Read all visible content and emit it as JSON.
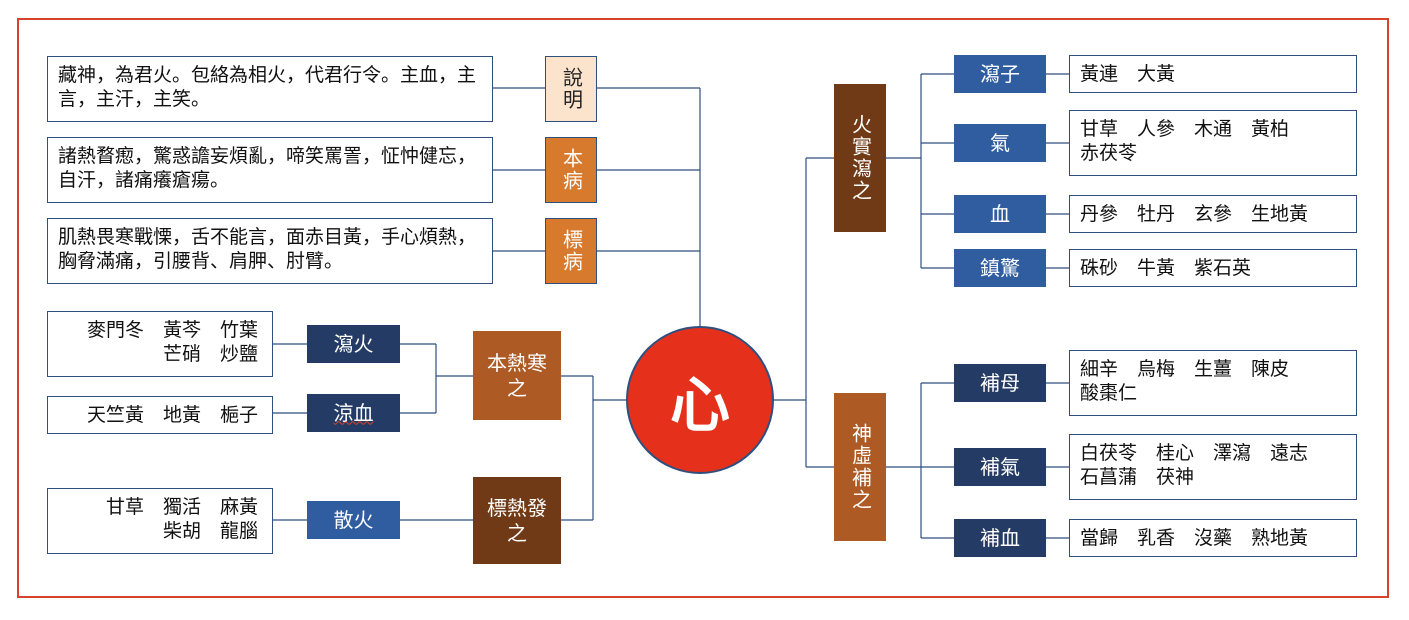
{
  "colors": {
    "frame": "#d9412b",
    "heart": "#e5311c",
    "connector": "#2f4f7f"
  },
  "center": {
    "label": "心"
  },
  "left": {
    "description": {
      "label": "說明",
      "text": "藏神，為君火。包絡為相火，代君行令。主血，主言，主汗，主笑。"
    },
    "root_disease": {
      "label": "本病",
      "text": "諸熱瞀瘛，驚惑譫妄煩亂，啼笑罵詈，怔忡健忘，自汗，諸痛癢瘡瘍。"
    },
    "branch_disease": {
      "label": "標病",
      "text": "肌熱畏寒戰慄，舌不能言，面赤目黃，手心煩熱，胸脅滿痛，引腰背、肩胛、肘臂。"
    },
    "root_heat": {
      "label": "本熱寒之",
      "items": [
        {
          "label": "瀉火",
          "herbs": "麥門冬　黃芩　竹葉\n芒硝　炒鹽"
        },
        {
          "label": "涼血",
          "herbs": "天竺黃　地黃　梔子"
        }
      ]
    },
    "branch_heat": {
      "label": "標熱發之",
      "items": [
        {
          "label": "散火",
          "herbs": "甘草　獨活　麻黃\n柴胡　龍腦"
        }
      ]
    }
  },
  "right": {
    "excess": {
      "label": "火實瀉之",
      "items": [
        {
          "label": "瀉子",
          "herbs": "黃連　大黃"
        },
        {
          "label": "氣",
          "herbs": "甘草　人參　木通　黃柏\n赤茯苓"
        },
        {
          "label": "血",
          "herbs": "丹參　牡丹　玄參　生地黃"
        },
        {
          "label": "鎮驚",
          "herbs": "硃砂　牛黃　紫石英"
        }
      ]
    },
    "deficiency": {
      "label": "神虛補之",
      "items": [
        {
          "label": "補母",
          "herbs": "細辛　烏梅　生薑　陳皮\n酸棗仁"
        },
        {
          "label": "補氣",
          "herbs": "白茯苓　桂心　澤瀉　遠志\n石菖蒲　茯神"
        },
        {
          "label": "補血",
          "herbs": "當歸　乳香　沒藥　熟地黃"
        }
      ]
    }
  }
}
